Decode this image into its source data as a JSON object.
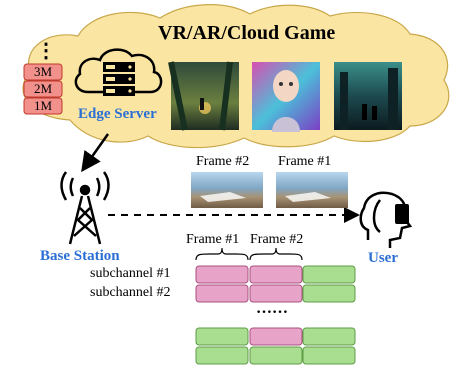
{
  "diagram": {
    "cloud_title": "VR/AR/Cloud Game",
    "edge_server_label": "Edge Server",
    "bitrate_ellipsis": "⋮",
    "bitrates": [
      "3M",
      "2M",
      "1M"
    ],
    "base_station_label": "Base Station",
    "user_label": "User",
    "frame2_label": "Frame #2",
    "frame1_label": "Frame #1",
    "grid_frame1_label": "Frame #1",
    "grid_frame2_label": "Frame #2",
    "subchannel1_label": "subchannel #1",
    "subchannel2_label": "subchannel #2",
    "grid_ellipsis": "……",
    "colors": {
      "cloud_fill": "#fbe5a3",
      "cloud_stroke": "#c9a84a",
      "bitrate_fill": "#f2908c",
      "bitrate_stroke": "#c0392b",
      "blue_label": "#2b6fd6",
      "pink_cell": "#e8a3c9",
      "green_cell": "#a9dd8f"
    }
  }
}
